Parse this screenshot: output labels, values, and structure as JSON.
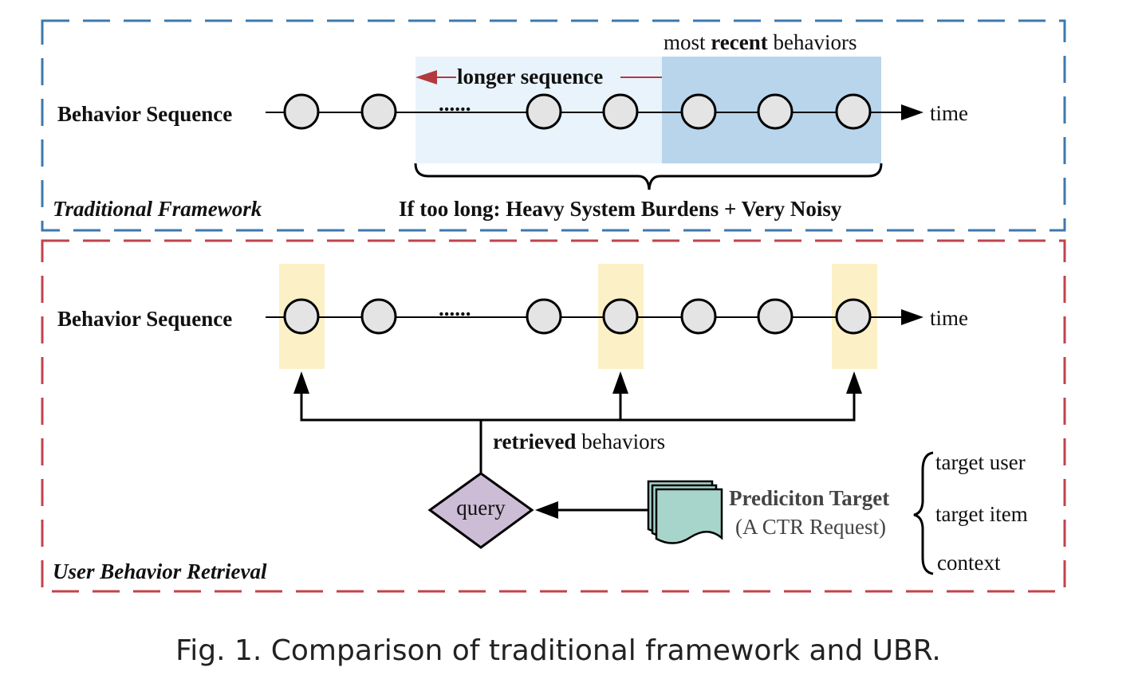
{
  "figure": {
    "caption": "Fig. 1.  Comparison of traditional framework and UBR.",
    "colors": {
      "traditional_border": "#3d78ae",
      "ubr_border": "#c0434a",
      "longer_region": "#e8f3fb",
      "recent_region": "#b8d5ec",
      "retrieved_highlight": "#fcf0c6",
      "node_fill": "#e4e4e4",
      "longer_arrow": "#b23a3f",
      "query_fill": "#cdbcd6",
      "document_fill": "#a8d5cb"
    }
  },
  "traditional": {
    "panel_label": "Traditional Framework",
    "sequence_label": "Behavior Sequence",
    "time_label": "time",
    "ellipsis": "......",
    "recent_label_prefix": "most ",
    "recent_label_bold": "recent",
    "recent_label_suffix": " behaviors",
    "longer_label": "longer sequence",
    "burden_label": "If too long: Heavy System Burdens + Very Noisy",
    "node_count": 7
  },
  "ubr": {
    "panel_label": "User Behavior Retrieval",
    "sequence_label": "Behavior Sequence",
    "time_label": "time",
    "ellipsis": "......",
    "retrieved_label_bold": "retrieved",
    "retrieved_label_suffix": " behaviors",
    "query_label": "query",
    "target_title": "Prediciton Target",
    "target_subtitle": "(A CTR Request)",
    "target_components": [
      "target user",
      "target item",
      "context"
    ],
    "retrieved_node_indices": [
      1,
      4,
      7
    ]
  }
}
